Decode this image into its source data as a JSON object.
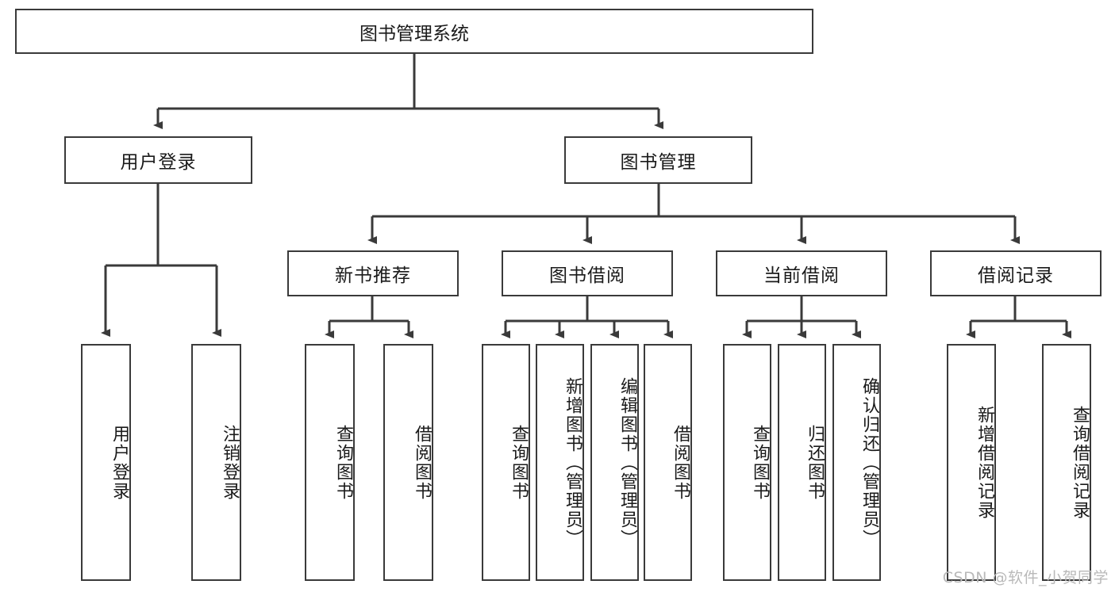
{
  "diagram": {
    "title": "图书管理系统",
    "type": "hierarchy-tree",
    "root": {
      "label": "图书管理系统"
    },
    "level2": [
      {
        "label": "用户登录"
      },
      {
        "label": "图书管理"
      }
    ],
    "level3": [
      {
        "label": "新书推荐"
      },
      {
        "label": "图书借阅"
      },
      {
        "label": "当前借阅"
      },
      {
        "label": "借阅记录"
      }
    ],
    "leaves": {
      "user_login": [
        {
          "label": "用户登录"
        },
        {
          "label": "注销登录"
        }
      ],
      "new_book": [
        {
          "label": "查询图书"
        },
        {
          "label": "借阅图书"
        }
      ],
      "book_borrow": [
        {
          "label": "查询图书"
        },
        {
          "label": "新增图书（管理员）"
        },
        {
          "label": "编辑图书（管理员）"
        },
        {
          "label": "借阅图书"
        }
      ],
      "current_borrow": [
        {
          "label": "查询图书"
        },
        {
          "label": "归还图书"
        },
        {
          "label": "确认归还（管理员）"
        }
      ],
      "borrow_record": [
        {
          "label": "新增借阅记录"
        },
        {
          "label": "查询借阅记录"
        }
      ]
    }
  },
  "watermark": {
    "text": "CSDN @软件_小贺同学"
  },
  "colors": {
    "stroke": "#3a3a3a",
    "text": "#1a1a1a",
    "background": "#ffffff",
    "watermark": "#b9b9b9"
  }
}
